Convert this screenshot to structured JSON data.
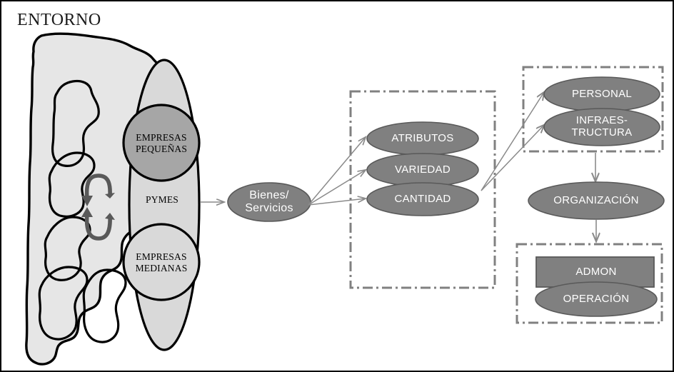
{
  "diagram": {
    "title": "ENTORNO",
    "colors": {
      "frame_border": "#000000",
      "background": "#ffffff",
      "light_gray": "#d9d9d9",
      "mid_gray": "#a6a6a6",
      "dark_gray": "#808080",
      "node_stroke": "#595959",
      "dashed_border": "#808080",
      "connector": "#808080",
      "label_dark": "#000000",
      "label_light": "#ffffff"
    },
    "environment_shape": {
      "name": "entorno-blob",
      "fill": "#e6e6e6",
      "stroke": "#000000"
    },
    "cycle_arrows": {
      "name": "bidirectional-cycle-arrows",
      "count": 2,
      "color": "#595959"
    },
    "pymes_group": {
      "label": "PYMES",
      "fill": "#d9d9d9",
      "children": [
        {
          "label": "EMPRESAS\nPEQUEÑAS",
          "fill": "#a6a6a6"
        },
        {
          "label": "EMPRESAS\nMEDIANAS",
          "fill": "#d9d9d9"
        }
      ]
    },
    "output_node": {
      "label": "Bienes/\nServicios",
      "fill": "#808080"
    },
    "product_box": {
      "name": "product-characteristics-box",
      "border_style": "dash-dot",
      "nodes": [
        {
          "label": "ATRIBUTOS",
          "fill": "#808080"
        },
        {
          "label": "VARIEDAD",
          "fill": "#808080"
        },
        {
          "label": "CANTIDAD",
          "fill": "#808080"
        }
      ]
    },
    "resources_box": {
      "name": "resources-box",
      "border_style": "dash-dot",
      "nodes": [
        {
          "label": "PERSONAL",
          "fill": "#808080"
        },
        {
          "label": "INFRAES-\nTRUCTURA",
          "fill": "#808080"
        }
      ]
    },
    "organization_node": {
      "label": "ORGANIZACIÓN",
      "fill": "#808080"
    },
    "management_box": {
      "name": "management-box",
      "border_style": "dash-dot",
      "nodes": [
        {
          "label": "ADMON",
          "fill": "#808080",
          "shape": "rectangle"
        },
        {
          "label": "OPERACIÓN",
          "fill": "#808080",
          "shape": "ellipse"
        }
      ]
    }
  }
}
